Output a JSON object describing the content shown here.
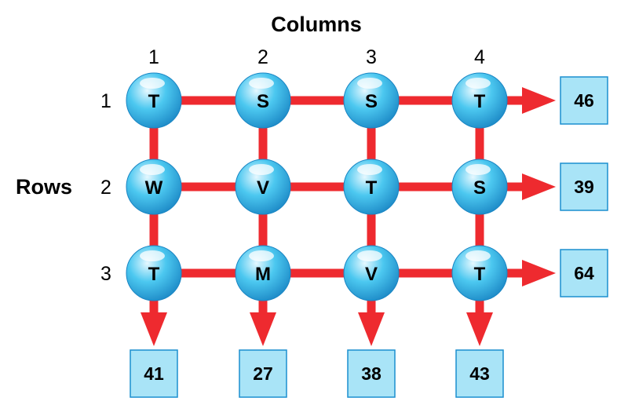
{
  "titles": {
    "columns": "Columns",
    "rows": "Rows"
  },
  "column_labels": [
    "1",
    "2",
    "3",
    "4"
  ],
  "row_labels": [
    "1",
    "2",
    "3"
  ],
  "grid": [
    [
      "T",
      "S",
      "S",
      "T"
    ],
    [
      "W",
      "V",
      "T",
      "S"
    ],
    [
      "T",
      "M",
      "V",
      "T"
    ]
  ],
  "row_sums": [
    "46",
    "39",
    "64"
  ],
  "column_sums": [
    "41",
    "27",
    "38",
    "43"
  ],
  "colors": {
    "connector": "#ee2a2f",
    "ball_light": "#e6f8ff",
    "ball_mid": "#4cc8f0",
    "ball_dark": "#1a86c4",
    "box_fill": "#a9e4f7",
    "box_stroke": "#1b8fcf"
  }
}
